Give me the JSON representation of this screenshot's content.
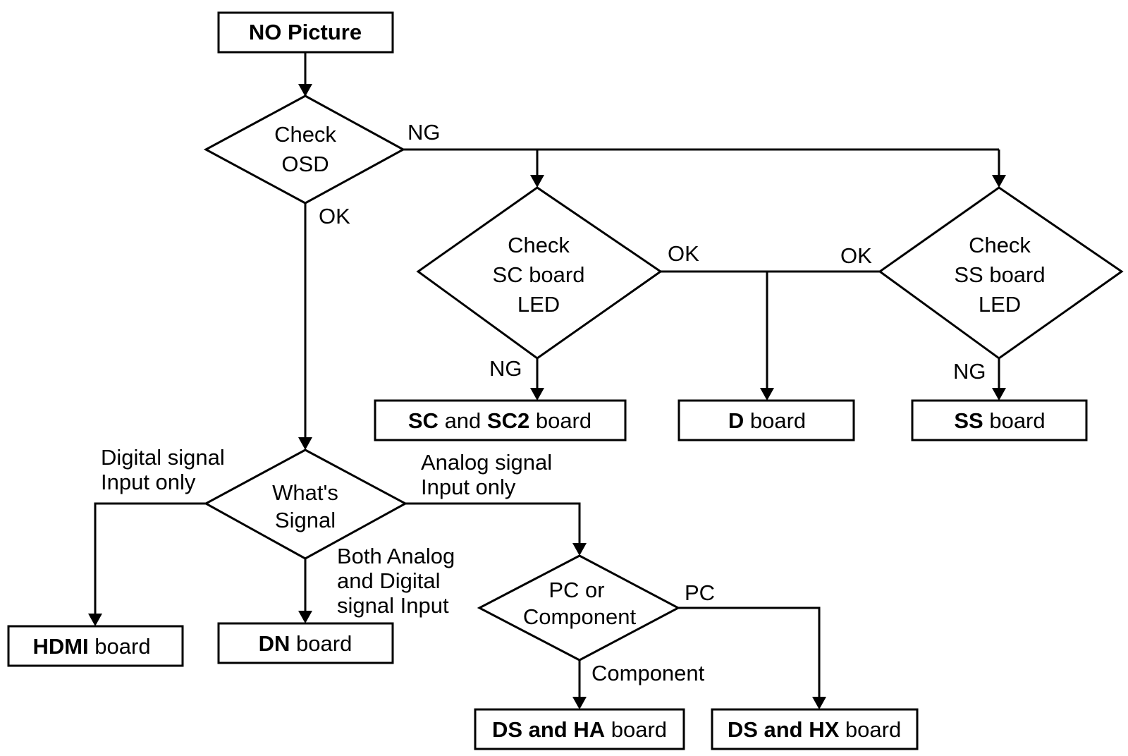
{
  "nodes": {
    "no_picture": {
      "bold": "NO Picture",
      "rest": ""
    },
    "check_osd": {
      "lines": [
        "Check",
        "OSD"
      ]
    },
    "check_sc": {
      "lines": [
        "Check",
        "SC board",
        "LED"
      ]
    },
    "check_ss": {
      "lines": [
        "Check",
        "SS board",
        "LED"
      ]
    },
    "sc_board": {
      "bold1": "SC",
      "mid": " and ",
      "bold2": "SC2",
      "rest": " board"
    },
    "d_board": {
      "bold": "D",
      "rest": " board"
    },
    "ss_board": {
      "bold": "SS",
      "rest": " board"
    },
    "whats_signal": {
      "lines": [
        "What's",
        "Signal"
      ]
    },
    "hdmi_board": {
      "bold": "HDMI",
      "rest": " board"
    },
    "dn_board": {
      "bold": "DN",
      "rest": " board"
    },
    "pc_or_component": {
      "lines": [
        "PC or",
        "Component"
      ]
    },
    "ds_ha_board": {
      "bold": "DS and HA",
      "rest": " board"
    },
    "ds_hx_board": {
      "bold": "DS and HX",
      "rest": " board"
    }
  },
  "labels": {
    "osd_ng": "NG",
    "osd_ok": "OK",
    "sc_ok": "OK",
    "sc_ng": "NG",
    "ss_ok": "OK",
    "ss_ng": "NG",
    "digital": [
      "Digital signal",
      "Input only"
    ],
    "analog": [
      "Analog signal",
      "Input only"
    ],
    "both": [
      "Both Analog",
      "and Digital",
      "signal Input"
    ],
    "pc": "PC",
    "component": "Component"
  }
}
